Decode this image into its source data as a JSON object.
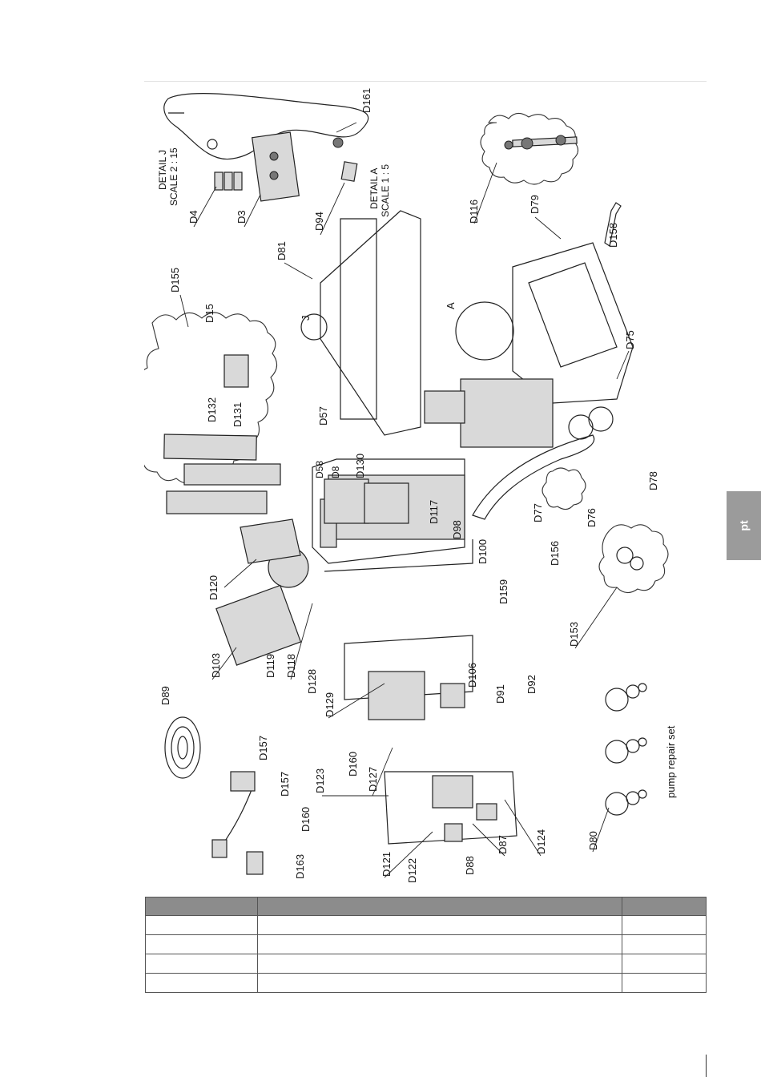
{
  "drawing": {
    "labels": {
      "D161": "D161",
      "detail_j": "DETAIL J",
      "scale_j": "SCALE 2 : 15",
      "D4": "D4",
      "D3": "D3",
      "D94": "D94",
      "detail_a": "DETAIL A",
      "scale_a": "SCALE 1 : 5",
      "D116": "D116",
      "D79": "D79",
      "D158": "D158",
      "D81": "D81",
      "D155": "D155",
      "D15": "D15",
      "J": "J",
      "A": "A",
      "D132": "D132",
      "D131": "D131",
      "D57": "D57",
      "D58": "D58",
      "D8": "D8",
      "D130": "D130",
      "D75": "D75",
      "D120": "D120",
      "D117": "D117",
      "D98": "D98",
      "D100": "D100",
      "D159": "D159",
      "D77": "D77",
      "D76": "D76",
      "D78": "D78",
      "D156": "D156",
      "D103": "D103",
      "D119": "D119",
      "D118": "D118",
      "D128": "D128",
      "D129": "D129",
      "D106": "D106",
      "D91": "D91",
      "D92": "D92",
      "D153": "D153",
      "D89": "D89",
      "D157a": "D157",
      "D157b": "D157",
      "D160a": "D160",
      "D160b": "D160",
      "D163": "D163",
      "D123": "D123",
      "D127": "D127",
      "D121": "D121",
      "D122": "D122",
      "D88": "D88",
      "D87": "D87",
      "D124": "D124",
      "D80": "D80",
      "pump_repair_set": "pump repair set"
    }
  },
  "table": {
    "rows": 4,
    "header": [
      "",
      "",
      ""
    ],
    "body": [
      [
        "",
        "",
        ""
      ],
      [
        "",
        "",
        ""
      ],
      [
        "",
        "",
        ""
      ],
      [
        "",
        "",
        ""
      ]
    ]
  },
  "language_tab": "pt",
  "colors": {
    "tab": "#9b9b9b",
    "table_header": "#8c8c8c"
  }
}
